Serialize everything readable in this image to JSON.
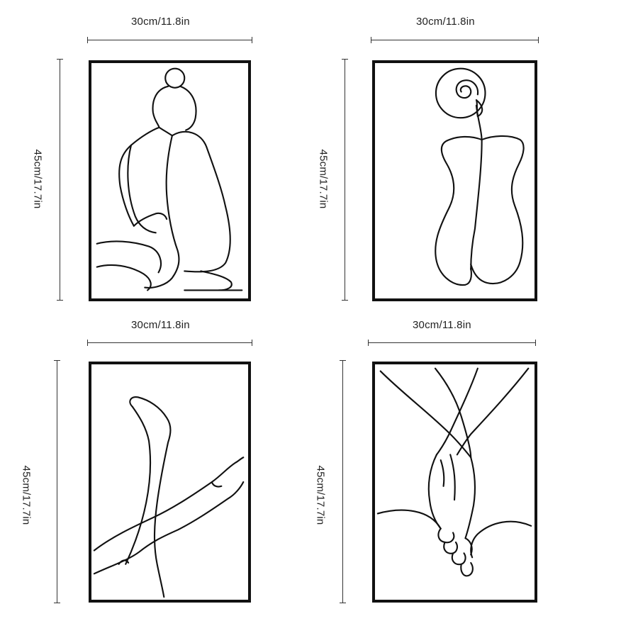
{
  "panels": [
    {
      "id": "seated-figure",
      "width_label": "30cm/11.8in",
      "height_label": "45cm/17.7in",
      "art_icon": "seated-woman-line-art-icon"
    },
    {
      "id": "torso-with-rose",
      "width_label": "30cm/11.8in",
      "height_label": "45cm/17.7in",
      "art_icon": "torso-rose-line-art-icon"
    },
    {
      "id": "crossed-legs",
      "width_label": "30cm/11.8in",
      "height_label": "45cm/17.7in",
      "art_icon": "legs-line-art-icon"
    },
    {
      "id": "holding-hands",
      "width_label": "30cm/11.8in",
      "height_label": "45cm/17.7in",
      "art_icon": "holding-hands-line-art-icon"
    }
  ],
  "colors": {
    "line": "#111111",
    "background": "#ffffff",
    "text": "#222222"
  }
}
